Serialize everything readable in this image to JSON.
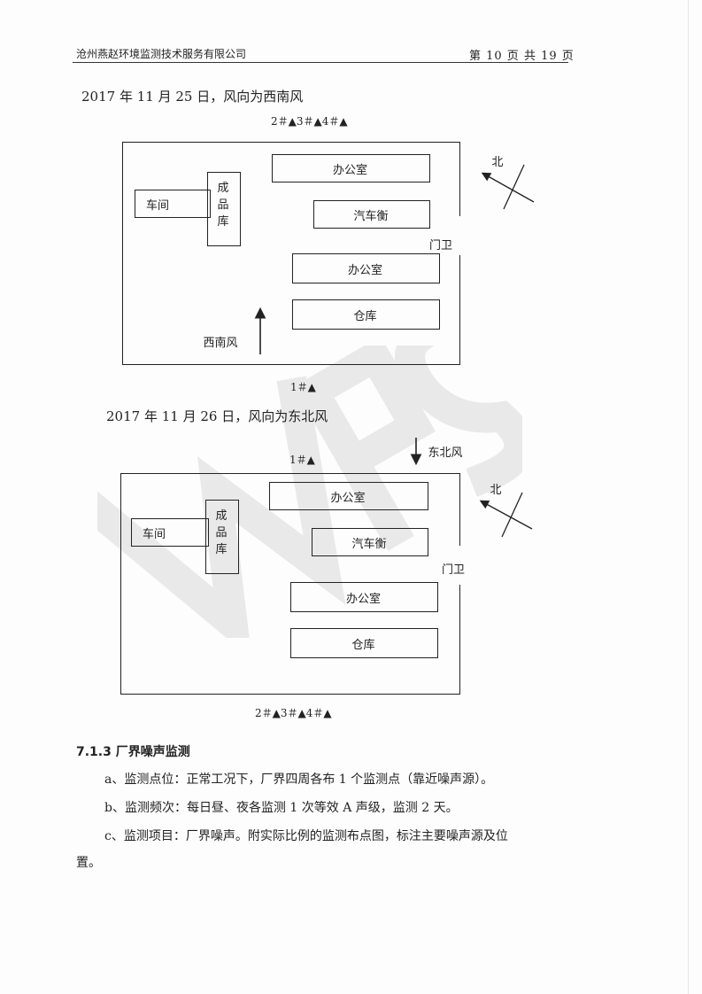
{
  "header": {
    "company": "沧州燕赵环境监测技术服务有限公司",
    "page_info": "第 10 页 共 19 页"
  },
  "diagram1": {
    "caption": "2017 年 11 月 25 日，风向为西南风",
    "top_markers": "2＃▲3＃▲4＃▲",
    "bottom_markers": "1＃▲",
    "workshop": "车间",
    "warehouse_product": [
      "成",
      "品",
      "库"
    ],
    "office_top": "办公室",
    "truck_scale": "汽车衡",
    "gate": "门卫",
    "office_mid": "办公室",
    "storehouse": "仓库",
    "wind_label": "西南风",
    "north": "北"
  },
  "diagram2": {
    "caption": "2017 年 11 月 26 日，风向为东北风",
    "top_markers": "1＃▲",
    "bottom_markers": "2＃▲3＃▲4＃▲",
    "wind_label": "东北风",
    "workshop": "车间",
    "warehouse_product": [
      "成",
      "品",
      "库"
    ],
    "office_top": "办公室",
    "truck_scale": "汽车衡",
    "gate": "门卫",
    "office_mid": "办公室",
    "storehouse": "仓库",
    "north": "北"
  },
  "section": {
    "heading": "7.1.3 厂界噪声监测",
    "item_a": "a、监测点位：正常工况下，厂界四周各布 1 个监测点（靠近噪声源）。",
    "item_b": "b、监测频次：每日昼、夜各监测 1 次等效 A 声级，监测 2 天。",
    "item_c_line1": "c、监测项目：厂界噪声。附实际比例的监测布点图，标注主要噪声源及位",
    "item_c_line2": "置。"
  }
}
